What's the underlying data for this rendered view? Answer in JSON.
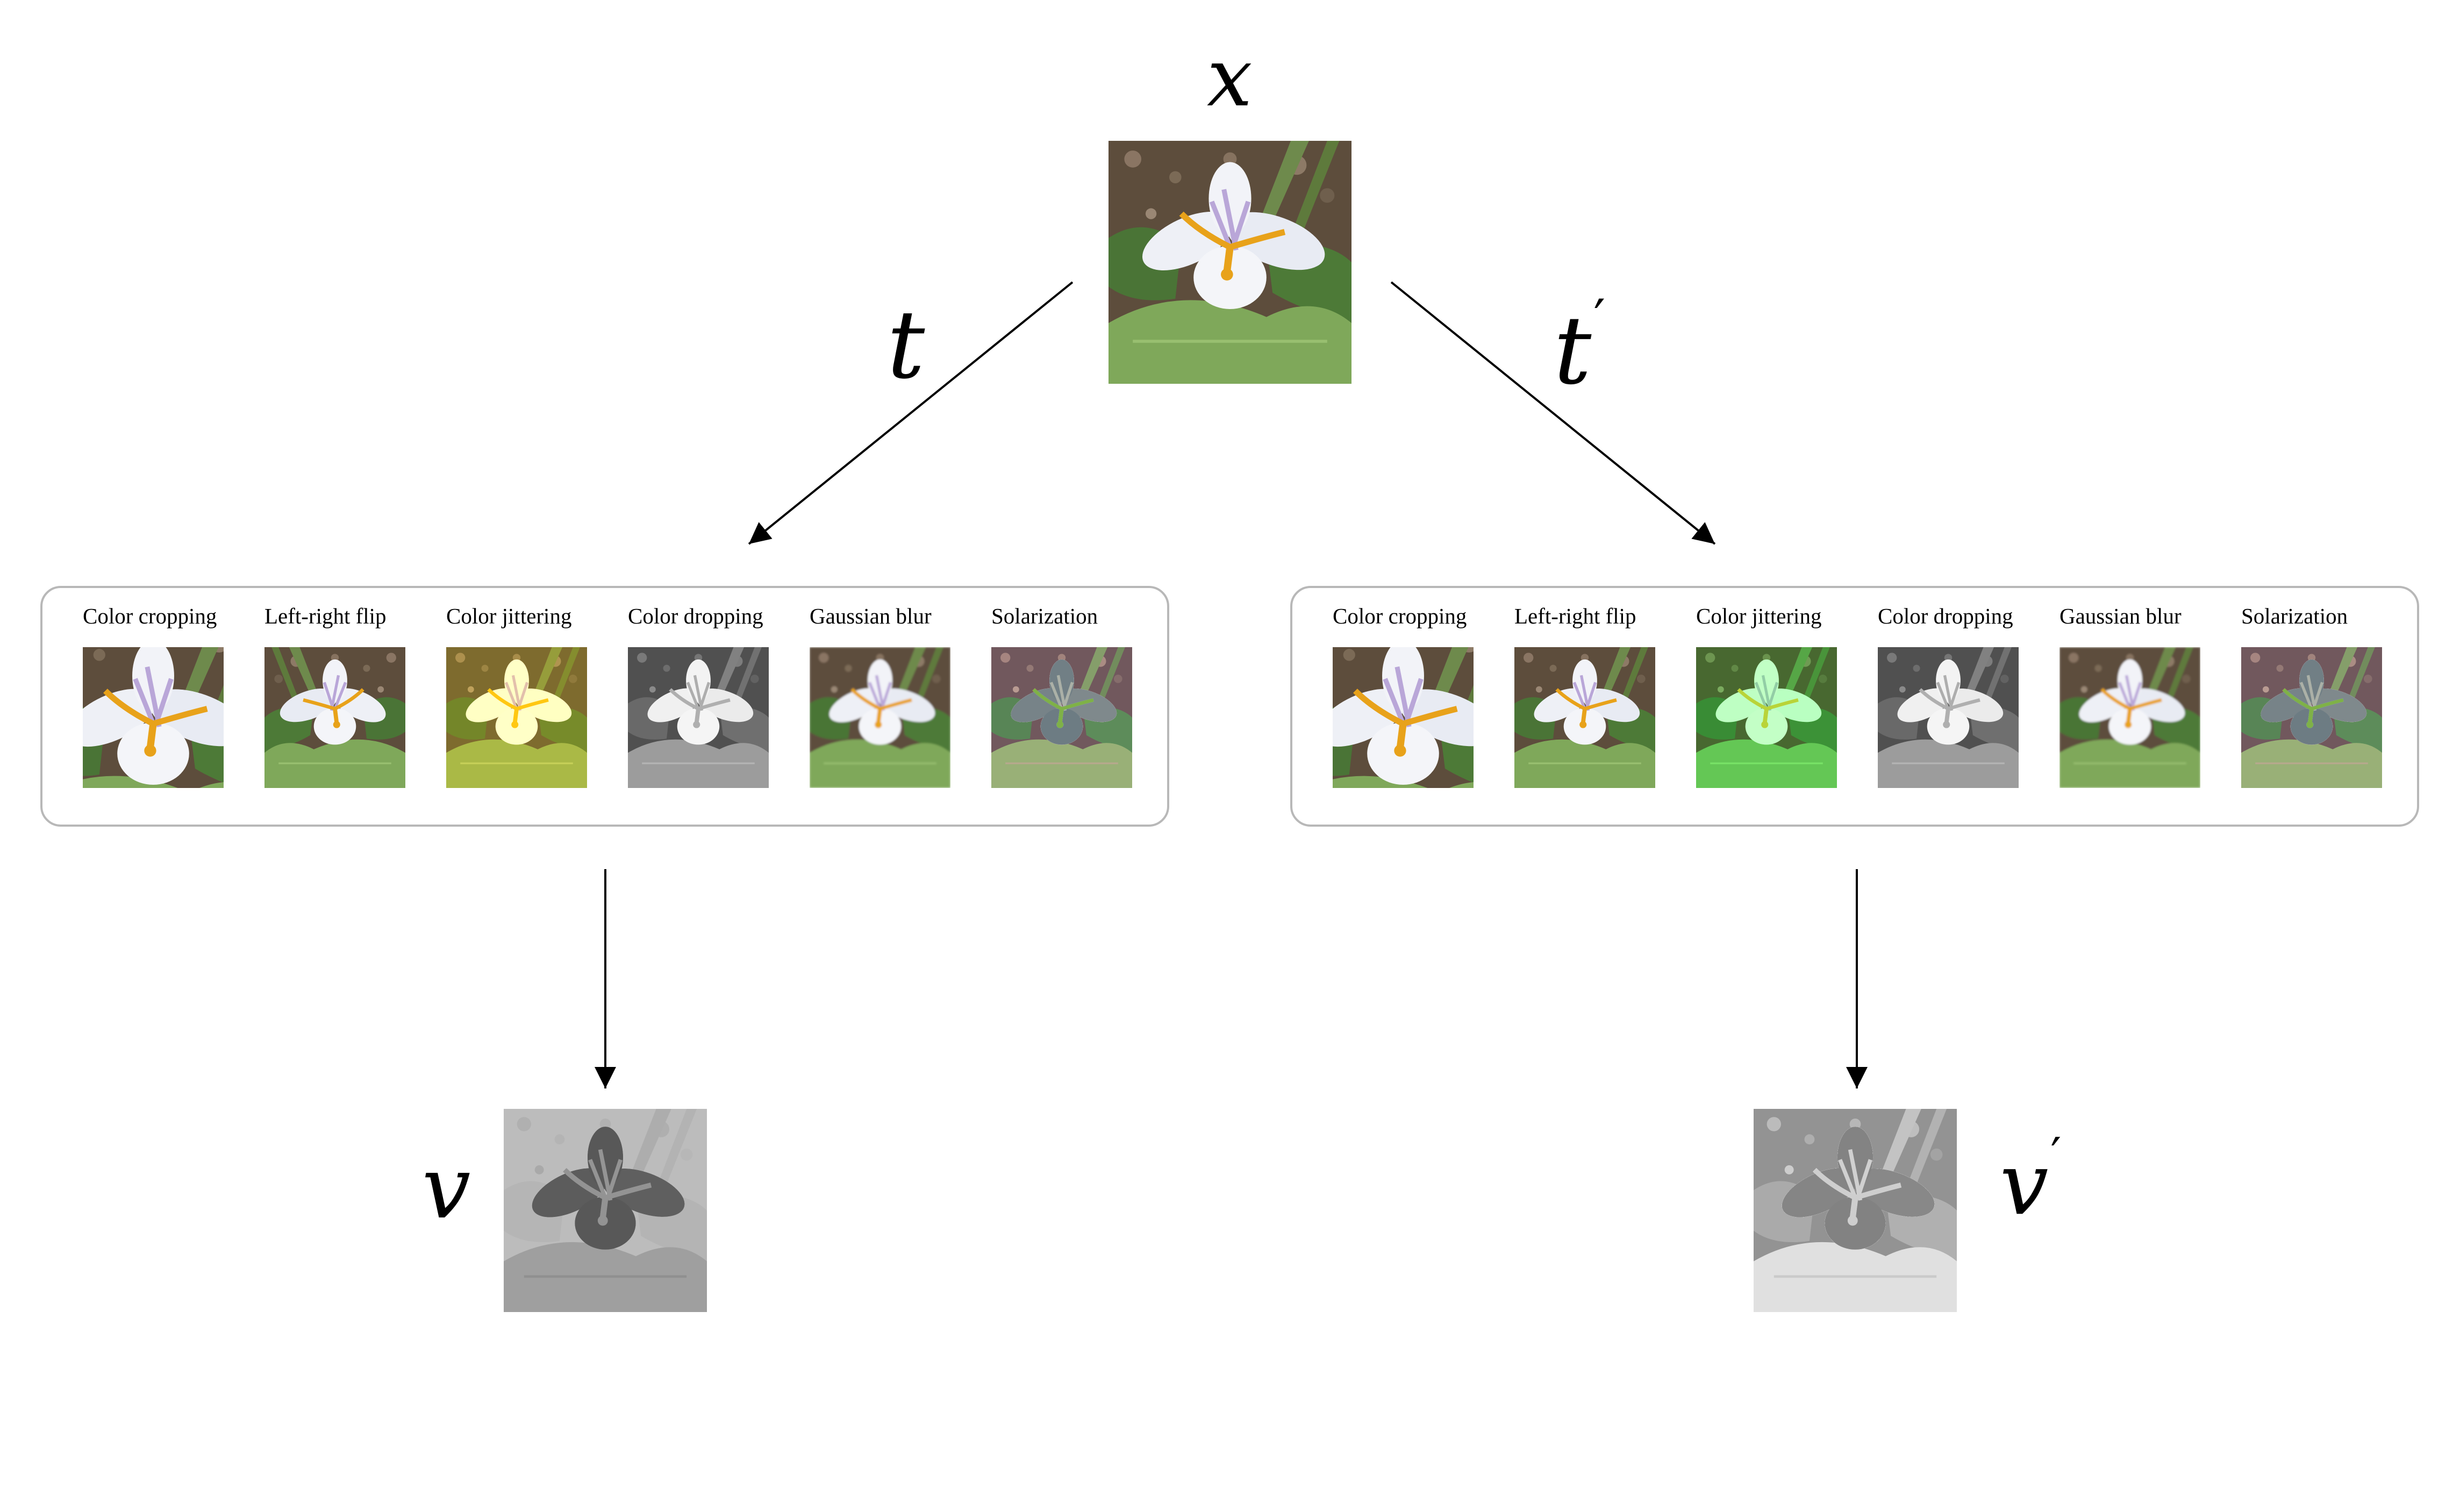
{
  "labels": {
    "x": "x",
    "t": "t",
    "t_prime": "t",
    "v": "v",
    "v_prime": "v",
    "prime": "′"
  },
  "left_augmentations": [
    {
      "label": "Color cropping",
      "filter": "crop"
    },
    {
      "label": "Left-right flip",
      "filter": "flip"
    },
    {
      "label": "Color jittering",
      "filter": "jitter-warm"
    },
    {
      "label": "Color dropping",
      "filter": "gray"
    },
    {
      "label": "Gaussian blur",
      "filter": "blur"
    },
    {
      "label": "Solarization",
      "filter": "solar"
    }
  ],
  "right_augmentations": [
    {
      "label": "Color cropping",
      "filter": "crop"
    },
    {
      "label": "Left-right flip",
      "filter": "none"
    },
    {
      "label": "Color jittering",
      "filter": "jitter-green"
    },
    {
      "label": "Color dropping",
      "filter": "gray"
    },
    {
      "label": "Gaussian blur",
      "filter": "blur"
    },
    {
      "label": "Solarization",
      "filter": "solar"
    }
  ],
  "colors": {
    "arrow": "#000000",
    "panel_border": "#b8b8b8",
    "petal": "#eef0f6",
    "petal_vein": "#b9a6d8",
    "stamen": "#e8a21a",
    "foliage": "#4f7a3a",
    "soil": "#6b5a48"
  },
  "icons": {
    "flower_photo": "iris-flower-photo"
  }
}
